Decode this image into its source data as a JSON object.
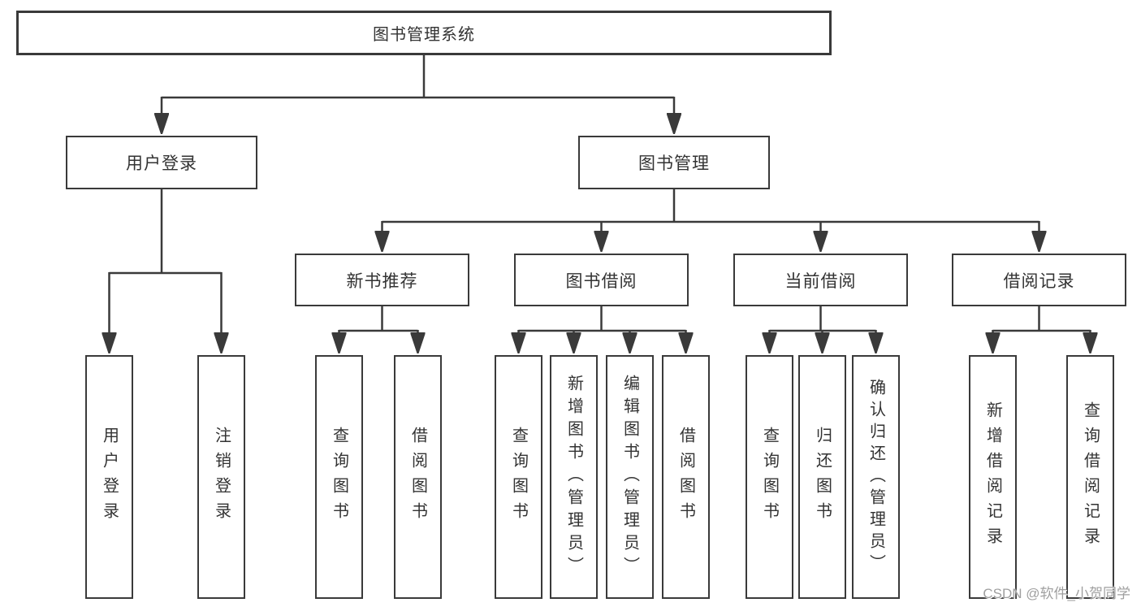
{
  "diagram": {
    "root": {
      "label": "图书管理系统"
    },
    "level2": [
      {
        "id": "user-login",
        "label": "用户登录"
      },
      {
        "id": "book-management",
        "label": "图书管理"
      }
    ],
    "level3": [
      {
        "id": "new-book-recommend",
        "label": "新书推荐",
        "parent": "图书管理"
      },
      {
        "id": "book-borrow",
        "label": "图书借阅",
        "parent": "图书管理"
      },
      {
        "id": "current-borrow",
        "label": "当前借阅",
        "parent": "图书管理"
      },
      {
        "id": "borrow-records",
        "label": "借阅记录",
        "parent": "图书管理"
      }
    ],
    "leaves": [
      {
        "label": "用户登录",
        "parent": "用户登录"
      },
      {
        "label": "注销登录",
        "parent": "用户登录"
      },
      {
        "label": "查询图书",
        "parent": "新书推荐"
      },
      {
        "label": "借阅图书",
        "parent": "新书推荐"
      },
      {
        "label": "查询图书",
        "parent": "图书借阅"
      },
      {
        "label": "新增图书（管理员）",
        "parent": "图书借阅"
      },
      {
        "label": "编辑图书（管理员）",
        "parent": "图书借阅"
      },
      {
        "label": "借阅图书",
        "parent": "图书借阅"
      },
      {
        "label": "查询图书",
        "parent": "当前借阅"
      },
      {
        "label": "归还图书",
        "parent": "当前借阅"
      },
      {
        "label": "确认归还（管理员）",
        "parent": "当前借阅"
      },
      {
        "label": "新增借阅记录",
        "parent": "借阅记录"
      },
      {
        "label": "查询借阅记录",
        "parent": "借阅记录"
      }
    ],
    "watermark": "CSDN @软件_小贺同学",
    "colors": {
      "line": "#3a3a3a",
      "text": "#333333",
      "box_fill": "#ffffff",
      "watermark": "#9f9f9f",
      "background": "#ffffff"
    }
  }
}
